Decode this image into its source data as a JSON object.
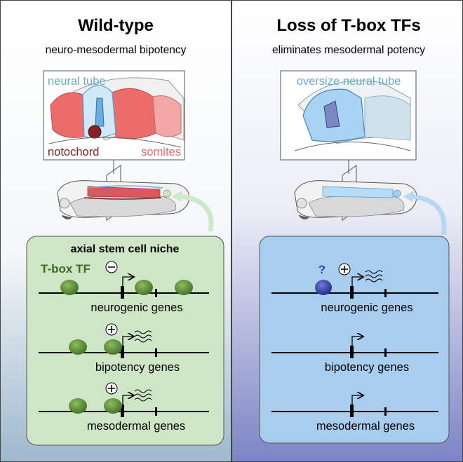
{
  "left": {
    "title": "Wild-type",
    "subtitle": "neuro-mesodermal bipotency",
    "inset": {
      "neural_tube": "neural tube",
      "notochord": "notochord",
      "somites": "somites"
    },
    "niche_title": "axial stem cell niche",
    "tbox_label": "T-box TF",
    "genes": [
      "neurogenic genes",
      "bipotency genes",
      "mesodermal genes"
    ]
  },
  "right": {
    "title": "Loss of T-box TFs",
    "subtitle": "eliminates mesodermal potency",
    "inset": {
      "neural_tube": "oversize neural tube"
    },
    "question": "?",
    "genes": [
      "neurogenic genes",
      "bipotency genes",
      "mesodermal genes"
    ]
  },
  "colors": {
    "neural_tube_text": "#6aa9cc",
    "notochord_text": "#8a1f22",
    "somites_text": "#e86a6a",
    "tbox_green": "#5f8f3a",
    "niche_green": "#cfe6c6",
    "niche_blue": "#a8cdee",
    "unknown_factor": "#3a47a8"
  }
}
